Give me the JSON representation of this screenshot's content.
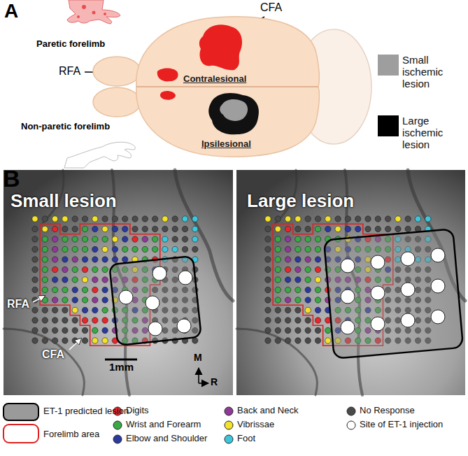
{
  "diagram": {
    "nodes": [
      {
        "text": [
          "Contralesional",
          "Ipsilesional"
        ]
      },
      {
        "text": [
          "Small lesion"
        ]
      },
      {
        "text": [
          "Large lesion"
        ]
      }
    ],
    "labels": [
      "A",
      "CFA",
      "Paretic forelimb",
      "RFA",
      "Non-paretic forelimb",
      "B",
      "RFA",
      "CFA",
      "1mm",
      "M",
      "R"
    ],
    "legend": [
      {
        "text": "Small ischemic lesion",
        "color": "#9e9e9e"
      },
      {
        "text": "Large ischemic lesion",
        "color": "#000000"
      },
      {
        "text": "ET-1 predicted lesion"
      },
      {
        "text": "Forelimb area"
      },
      {
        "text": "Digits",
        "color": "#e8262b"
      },
      {
        "text": "Wrist and Forearm",
        "color": "#3aa845"
      },
      {
        "text": "Elbow and Shoulder",
        "color": "#2b3a9c"
      },
      {
        "text": "Back and Neck",
        "color": "#8e3a96"
      },
      {
        "text": "Vibrissae",
        "color": "#f3e12a"
      },
      {
        "text": "Foot",
        "color": "#3cc6dc"
      },
      {
        "text": "No Response",
        "color": "#4a4a4a"
      },
      {
        "text": "Site of ET-1 injection",
        "color": "#ffffff"
      }
    ]
  }
}
